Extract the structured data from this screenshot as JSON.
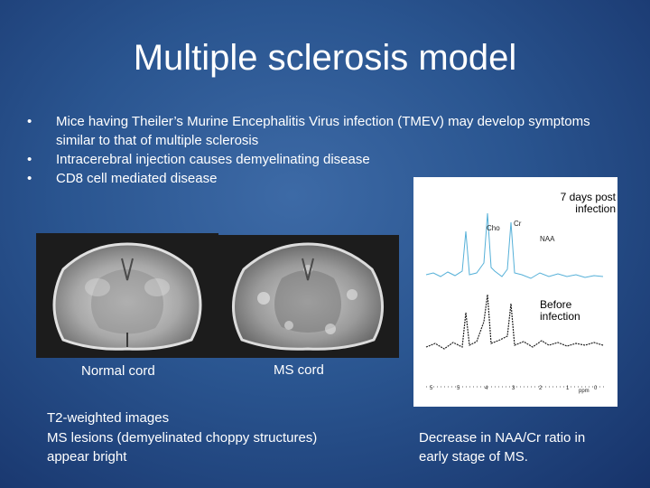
{
  "slide": {
    "title": "Multiple sclerosis model",
    "bullet_glyph": "•",
    "bullets": [
      "Mice having Theiler’s Murine Encephalitis Virus infection (TMEV) may develop symptoms similar to that of multiple sclerosis",
      "Intracerebral injection causes demyelinating disease",
      "CD8 cell mediated disease"
    ],
    "captions": {
      "normal_cord": "Normal cord",
      "ms_cord": "MS cord"
    },
    "t2_text": {
      "line1": "T2-weighted images",
      "line2": "MS lesions (demyelinated choppy structures)",
      "line3": "appear bright"
    },
    "spectrum": {
      "label_post_line1": "7 days post",
      "label_post_line2": "infection",
      "label_before_line1": "Before",
      "label_before_line2": "infection",
      "peaks": {
        "cho": "Cho",
        "cr": "Cr",
        "naa": "NAA"
      },
      "axis_ticks": [
        "5",
        "5",
        "4",
        "3",
        "2",
        "1",
        "0"
      ],
      "axis_unit": "ppm"
    },
    "conclusion": {
      "line1": "Decrease in NAA/Cr ratio in",
      "line2": "early stage of MS."
    }
  }
}
